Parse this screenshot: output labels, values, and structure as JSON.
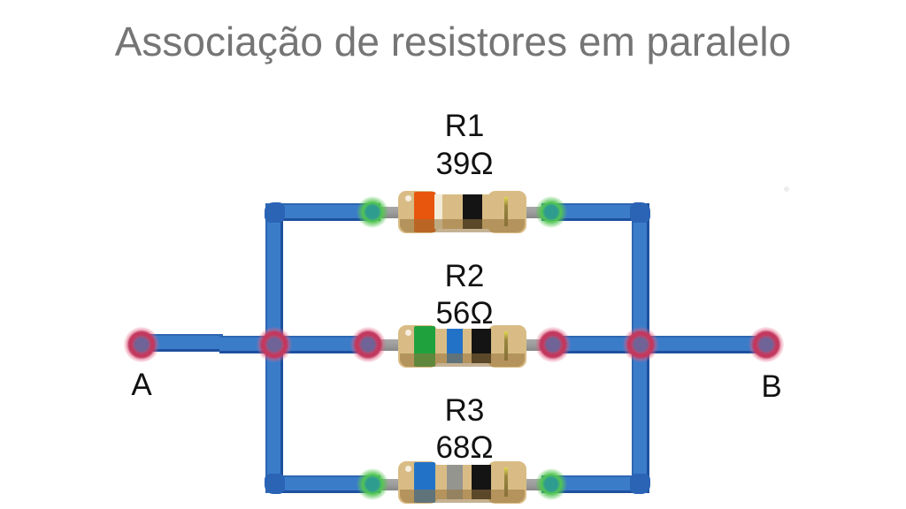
{
  "title": "Associação de resistores em paralelo",
  "terminals": {
    "left_label": "A",
    "right_label": "B"
  },
  "resistors": [
    {
      "name": "R1",
      "value": "39Ω",
      "band_names": [
        "orange",
        "white",
        "black",
        "gold"
      ],
      "band_colors": {
        "b1": "#E8560D",
        "b2": "#F2ECD8",
        "b3": "#141414",
        "b4": "#8F7D33"
      }
    },
    {
      "name": "R2",
      "value": "56Ω",
      "band_names": [
        "green",
        "blue",
        "black",
        "gold"
      ],
      "band_colors": {
        "b1": "#1FA23E",
        "b2": "#2273C8",
        "b3": "#141414",
        "b4": "#8F7D33"
      }
    },
    {
      "name": "R3",
      "value": "68Ω",
      "band_names": [
        "blue",
        "grey",
        "black",
        "gold"
      ],
      "band_colors": {
        "b1": "#2273C8",
        "b2": "#95958F",
        "b3": "#141414",
        "b4": "#8F7D33"
      }
    }
  ],
  "colors": {
    "title_color": "#757575",
    "wire": "#3B7CC9",
    "wire_dark": "#1E509F",
    "elbow": "#2B63B5",
    "lead": "#9B9B9B",
    "resistor_body": "#D9BC85",
    "resistor_shadow": "#96733A",
    "node_green": "#52C552",
    "node_red": "#C2385E",
    "node_red_center": "#6F6397"
  }
}
